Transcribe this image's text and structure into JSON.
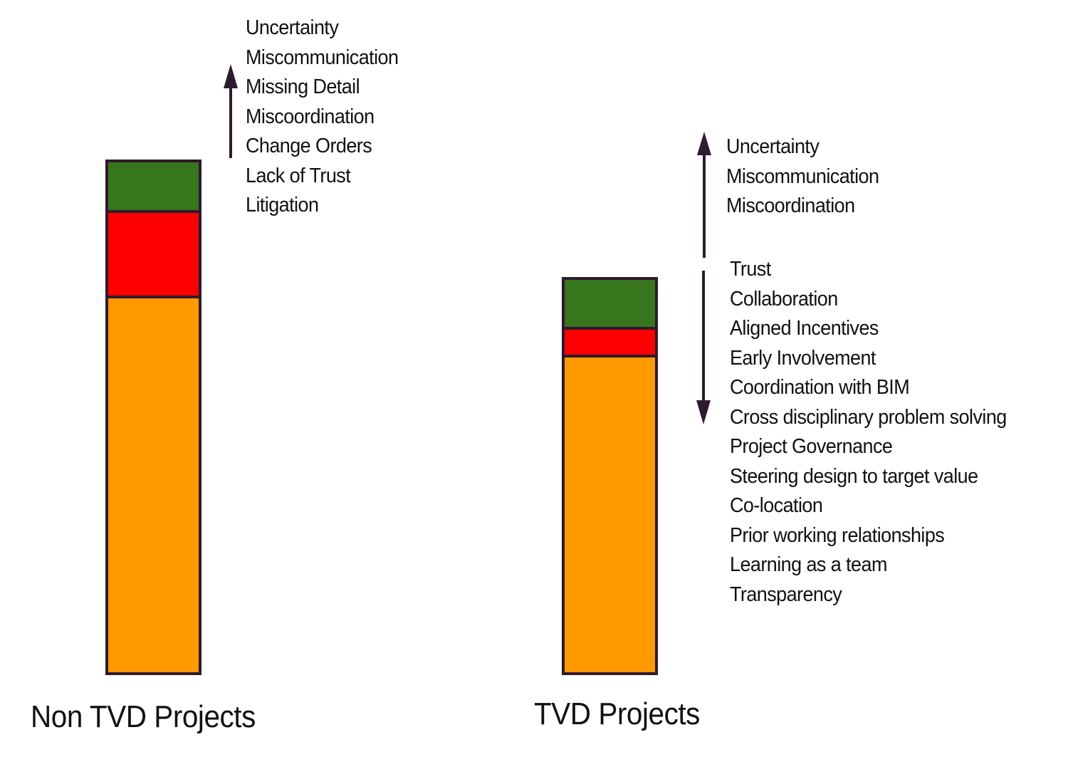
{
  "colors": {
    "outline": "#2e1a2e",
    "green": "#38761d",
    "red": "#ff0000",
    "orange": "#ff9900",
    "arrow": "#2e1a2e"
  },
  "left_panel": {
    "caption": "Non TVD Projects",
    "arrow_direction": "up",
    "factors": [
      "Uncertainty",
      "Miscommunication",
      "Missing Detail",
      "Miscoordination",
      "Change Orders",
      "Lack of Trust",
      "Litigation"
    ]
  },
  "right_panel": {
    "caption": "TVD Projects",
    "up_arrow_direction": "up",
    "down_arrow_direction": "down",
    "increasing_factors": [
      "Uncertainty",
      "Miscommunication",
      "Miscoordination"
    ],
    "decreasing_factors": [
      "Trust",
      "Collaboration",
      "Aligned Incentives",
      "Early Involvement",
      "Coordination with BIM",
      "Cross disciplinary problem solving",
      "Project Governance",
      "Steering design to target value",
      "Co-location",
      "Prior working relationships",
      "Learning as a team",
      "Transparency"
    ]
  },
  "chart_data": {
    "type": "bar",
    "stacked": true,
    "title": "",
    "categories": [
      "Non TVD Projects",
      "TVD Projects"
    ],
    "series": [
      {
        "name": "orange (base)",
        "color": "#ff9900",
        "values": [
          535,
          452
        ]
      },
      {
        "name": "red (middle)",
        "color": "#ff0000",
        "values": [
          120,
          39
        ]
      },
      {
        "name": "green (top)",
        "color": "#38761d",
        "values": [
          66,
          65
        ]
      }
    ],
    "totals": [
      721,
      556
    ],
    "units": "relative height (px, no axis shown)",
    "xlabel": "",
    "ylabel": "",
    "grid": false,
    "legend": "none",
    "annotations": [
      {
        "target": "Non TVD Projects",
        "arrow": "up",
        "labels": [
          "Uncertainty",
          "Miscommunication",
          "Missing Detail",
          "Miscoordination",
          "Change Orders",
          "Lack of Trust",
          "Litigation"
        ]
      },
      {
        "target": "TVD Projects",
        "arrow": "up",
        "labels": [
          "Uncertainty",
          "Miscommunication",
          "Miscoordination"
        ]
      },
      {
        "target": "TVD Projects",
        "arrow": "down",
        "labels": [
          "Trust",
          "Collaboration",
          "Aligned Incentives",
          "Early Involvement",
          "Coordination with BIM",
          "Cross disciplinary problem solving",
          "Project Governance",
          "Steering design to target value",
          "Co-location",
          "Prior working relationships",
          "Learning as a team",
          "Transparency"
        ]
      }
    ]
  }
}
